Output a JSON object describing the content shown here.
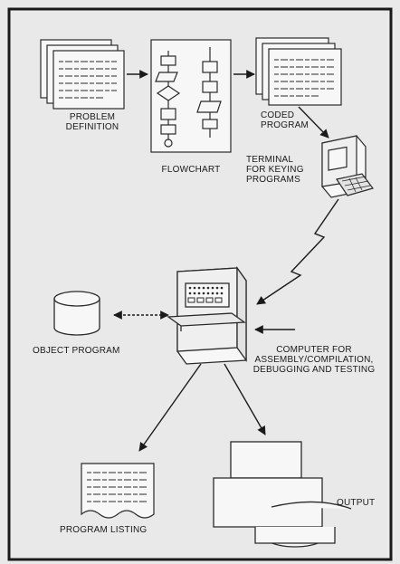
{
  "diagram": {
    "labels": {
      "problem_definition": "PROBLEM\nDEFINITION",
      "flowchart": "FLOWCHART",
      "coded_program": "CODED\nPROGRAM",
      "terminal": "TERMINAL\nFOR KEYING\nPROGRAMS",
      "object_program": "OBJECT PROGRAM",
      "computer": "COMPUTER FOR\nASSEMBLY/COMPILATION,\nDEBUGGING AND TESTING",
      "program_listing": "PROGRAM LISTING",
      "output": "OUTPUT"
    },
    "colors": {
      "background": "#e9e9e9",
      "frame": "#1a1a1a",
      "ink": "#2a2a2a",
      "paper": "#f7f7f7"
    }
  }
}
